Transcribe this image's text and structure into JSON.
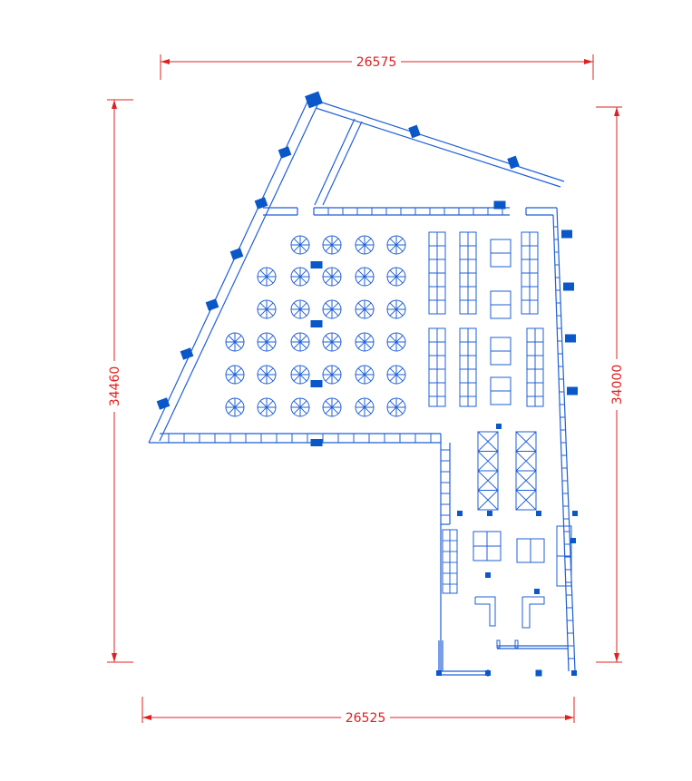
{
  "dimensions": {
    "top": "26575",
    "bottom": "26525",
    "left": "34460",
    "right": "34000"
  },
  "colors": {
    "dimension": "#e02020",
    "plan_line": "#1f5fd6",
    "column": "#0a57c9",
    "background": "#ffffff"
  },
  "symbols": {
    "round_table": "round-table-icon",
    "column": "column-block"
  }
}
